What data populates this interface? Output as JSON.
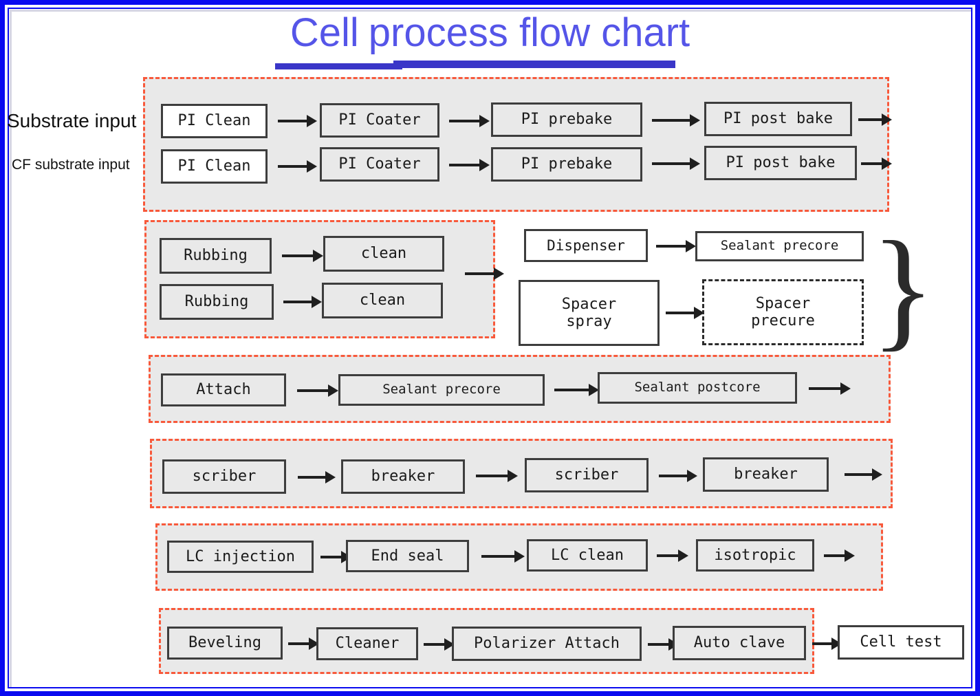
{
  "title": {
    "part1": "Cell",
    "part2": "process flow chart",
    "color": "#5555E8",
    "underline_color": "#3A36C8"
  },
  "frame": {
    "border_color": "#0A0AF0"
  },
  "theme": {
    "group_border_color": "#F8593B",
    "group_fill": "#e9e9e9",
    "box_border_color": "#3d3d3d",
    "box_fill_gray": "#e9e9e9",
    "box_fill_white": "#ffffff",
    "arrow_color": "#1f1f1f"
  },
  "side_labels": [
    {
      "text": "Substrate input"
    },
    {
      "text": "CF substrate input"
    }
  ],
  "brace": {
    "glyph": "}"
  },
  "stages": [
    {
      "id": "stage-pi",
      "rows": [
        {
          "boxes": [
            "PI Clean",
            "PI Coater",
            "PI prebake",
            "PI post bake"
          ]
        },
        {
          "boxes": [
            "PI Clean",
            "PI Coater",
            "PI prebake",
            "PI post bake"
          ]
        }
      ]
    },
    {
      "id": "stage-rubbing",
      "rows": [
        {
          "boxes": [
            "Rubbing",
            "clean"
          ]
        },
        {
          "boxes": [
            "Rubbing",
            "clean"
          ]
        }
      ]
    },
    {
      "id": "stage-dispenser",
      "rows": [
        {
          "boxes": [
            "Dispenser",
            "Sealant precore"
          ]
        },
        {
          "boxes": [
            "Spacer spray",
            "Spacer precure"
          ]
        }
      ]
    },
    {
      "id": "stage-attach",
      "rows": [
        {
          "boxes": [
            "Attach",
            "Sealant precore",
            "Sealant postcore"
          ]
        }
      ]
    },
    {
      "id": "stage-scribe",
      "rows": [
        {
          "boxes": [
            "scriber",
            "breaker",
            "scriber",
            "breaker"
          ]
        }
      ]
    },
    {
      "id": "stage-lc",
      "rows": [
        {
          "boxes": [
            "LC injection",
            "End seal",
            "LC clean",
            "isotropic"
          ]
        }
      ]
    },
    {
      "id": "stage-final",
      "rows": [
        {
          "boxes": [
            "Beveling",
            "Cleaner",
            "Polarizer Attach",
            "Auto clave",
            "Cell test"
          ]
        }
      ]
    }
  ],
  "boxes": {
    "pi_clean_1": "PI Clean",
    "pi_coater_1": "PI Coater",
    "pi_prebake_1": "PI prebake",
    "pi_postbake_1": "PI post bake",
    "pi_clean_2": "PI Clean",
    "pi_coater_2": "PI Coater",
    "pi_prebake_2": "PI prebake",
    "pi_postbake_2": "PI post bake",
    "rubbing_1": "Rubbing",
    "clean_1": "clean",
    "rubbing_2": "Rubbing",
    "clean_2": "clean",
    "dispenser": "Dispenser",
    "sealant_precore_a": "Sealant precore",
    "spacer_spray_l1": "Spacer",
    "spacer_spray_l2": "spray",
    "spacer_precure_l1": "Spacer",
    "spacer_precure_l2": "precure",
    "attach": "Attach",
    "sealant_precore_b": "Sealant precore",
    "sealant_postcore": "Sealant postcore",
    "scriber_1": "scriber",
    "breaker_1": "breaker",
    "scriber_2": "scriber",
    "breaker_2": "breaker",
    "lc_injection": "LC injection",
    "end_seal": "End seal",
    "lc_clean": "LC clean",
    "isotropic": "isotropic",
    "beveling": "Beveling",
    "cleaner": "Cleaner",
    "polarizer_attach": "Polarizer Attach",
    "auto_clave": "Auto clave",
    "cell_test": "Cell test"
  }
}
